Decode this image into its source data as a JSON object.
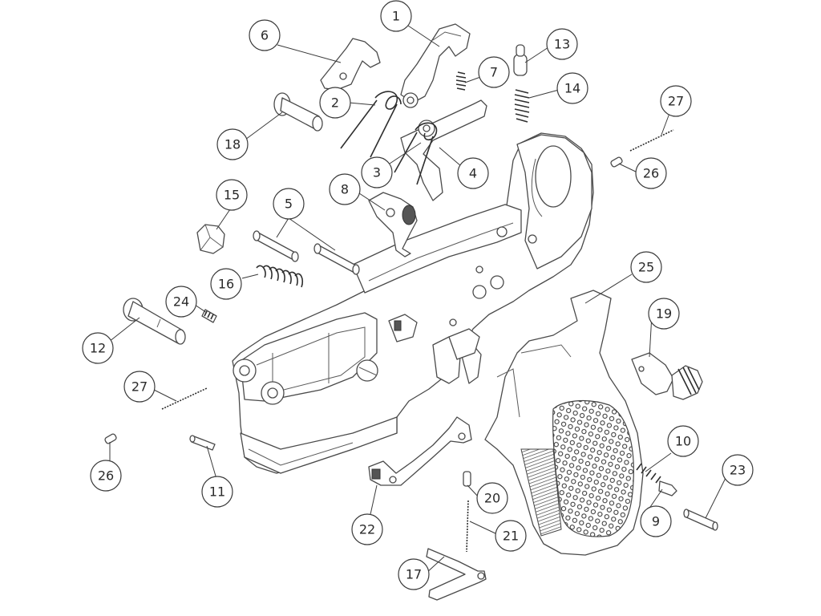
{
  "diagram": {
    "type": "exploded-parts-diagram",
    "callouts": [
      {
        "id": "c1",
        "label": "1"
      },
      {
        "id": "c2",
        "label": "2"
      },
      {
        "id": "c3",
        "label": "3"
      },
      {
        "id": "c4",
        "label": "4"
      },
      {
        "id": "c5",
        "label": "5"
      },
      {
        "id": "c6",
        "label": "6"
      },
      {
        "id": "c7",
        "label": "7"
      },
      {
        "id": "c8",
        "label": "8"
      },
      {
        "id": "c9",
        "label": "9"
      },
      {
        "id": "c10",
        "label": "10"
      },
      {
        "id": "c11",
        "label": "11"
      },
      {
        "id": "c12",
        "label": "12"
      },
      {
        "id": "c13",
        "label": "13"
      },
      {
        "id": "c14",
        "label": "14"
      },
      {
        "id": "c15",
        "label": "15"
      },
      {
        "id": "c16",
        "label": "16"
      },
      {
        "id": "c17",
        "label": "17"
      },
      {
        "id": "c18",
        "label": "18"
      },
      {
        "id": "c19",
        "label": "19"
      },
      {
        "id": "c20",
        "label": "20"
      },
      {
        "id": "c21",
        "label": "21"
      },
      {
        "id": "c22",
        "label": "22"
      },
      {
        "id": "c23",
        "label": "23"
      },
      {
        "id": "c24",
        "label": "24"
      },
      {
        "id": "c25",
        "label": "25"
      },
      {
        "id": "c26a",
        "label": "26"
      },
      {
        "id": "c26b",
        "label": "26"
      },
      {
        "id": "c27a",
        "label": "27"
      },
      {
        "id": "c27b",
        "label": "27"
      }
    ]
  }
}
